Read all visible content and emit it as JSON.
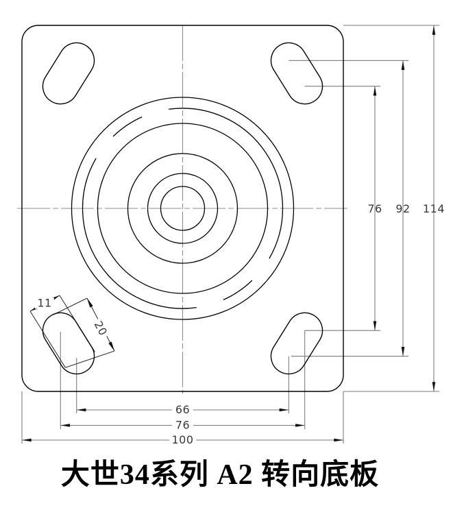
{
  "title": "大世34系列 A2 转向底板",
  "drawing": {
    "kind": "caster swivel top plate, plan view",
    "units": "mm",
    "dimensions": {
      "plate_width": "100",
      "plate_height": "114",
      "bolt_span_inner_horizontal": "66",
      "bolt_span_outer_horizontal": "76",
      "bolt_span_inner_vertical": "76",
      "bolt_span_outer_vertical": "92",
      "slot_width": "11",
      "slot_length": "20"
    },
    "colors": {
      "line": "#000000",
      "dimension_line": "#787878",
      "centerline": "#8c8c8c",
      "text": "#3a3a3a"
    }
  }
}
